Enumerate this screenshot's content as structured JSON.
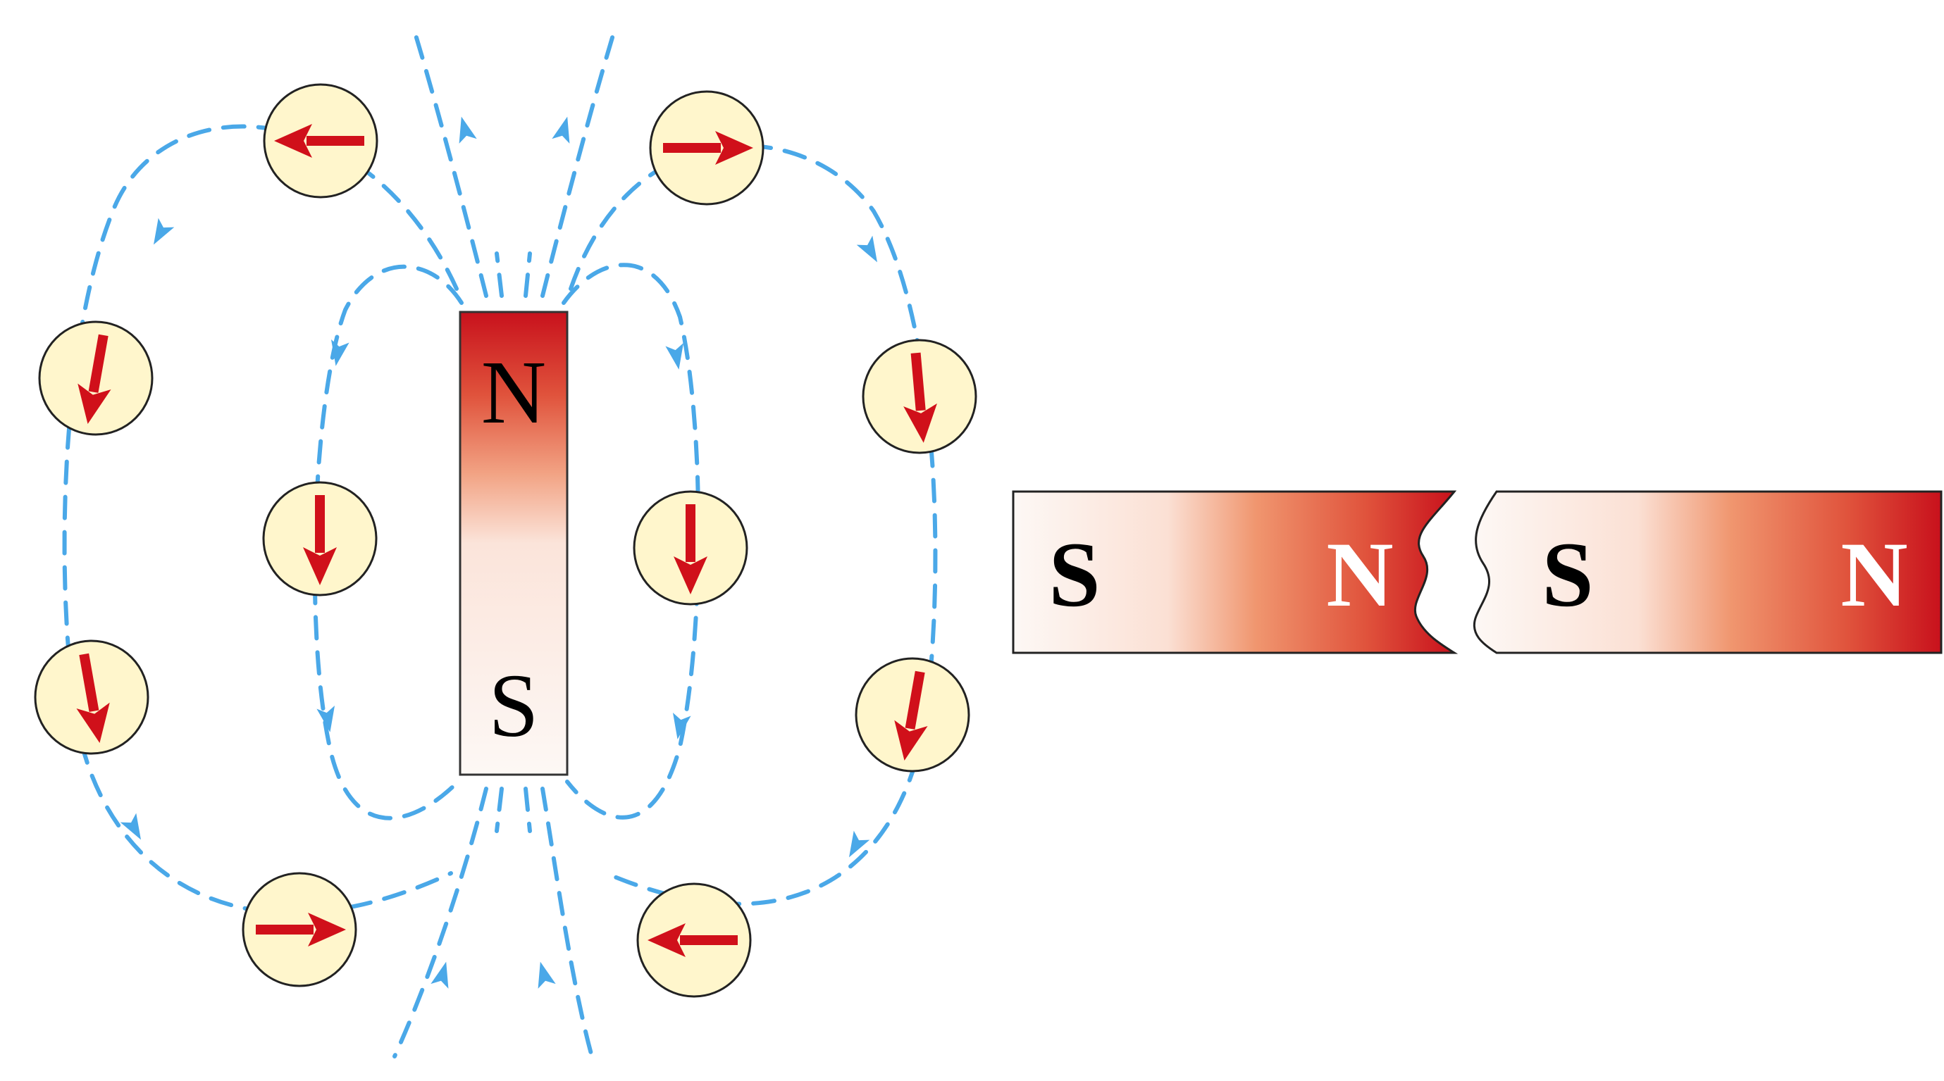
{
  "colors": {
    "field_line": "#4aa8e8",
    "compass_face": "#fff6cc",
    "compass_rim": "#222222",
    "needle": "#d0101a",
    "magnet_red": "#c8111c",
    "magnet_pale": "#fbeee8",
    "magnet_outline": "#333333"
  },
  "bar_magnet": {
    "north_label": "N",
    "south_label": "S"
  },
  "broken_magnet": {
    "left_piece": {
      "south_label": "S",
      "north_label": "N"
    },
    "right_piece": {
      "south_label": "S",
      "north_label": "N"
    }
  },
  "compasses": [
    {
      "id": "top-left",
      "needle_angle_deg": 180
    },
    {
      "id": "top-right",
      "needle_angle_deg": 0
    },
    {
      "id": "outer-left-upper",
      "needle_angle_deg": 100
    },
    {
      "id": "outer-left-lower",
      "needle_angle_deg": 80
    },
    {
      "id": "inner-left",
      "needle_angle_deg": 90
    },
    {
      "id": "inner-right",
      "needle_angle_deg": 90
    },
    {
      "id": "outer-right-upper",
      "needle_angle_deg": 85
    },
    {
      "id": "outer-right-lower",
      "needle_angle_deg": 100
    },
    {
      "id": "bottom-left",
      "needle_angle_deg": 0
    },
    {
      "id": "bottom-right",
      "needle_angle_deg": 180
    }
  ]
}
